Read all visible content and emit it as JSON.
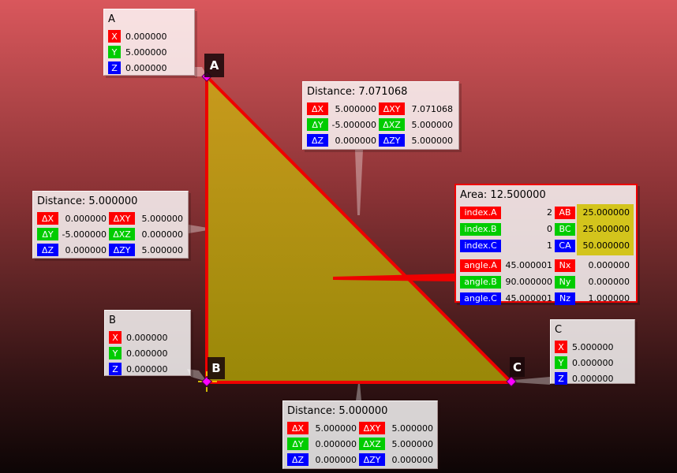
{
  "scene": {
    "vertices": {
      "a": "A",
      "b": "B",
      "c": "C"
    }
  },
  "colors": {
    "background_top": "#d9575c",
    "background_bottom": "#0d0505",
    "triangle_fill_top": "#c89a1d",
    "triangle_fill_bottom": "#998808",
    "edge": "#ee0000",
    "axis_x": "#ff0000",
    "axis_y": "#00cc00",
    "axis_z": "#0000ff",
    "highlight": "#d3c41c",
    "marker": "#ff00ff"
  },
  "panels": {
    "point_a": {
      "title": "A",
      "rows": [
        {
          "label": "X",
          "value": "0.000000"
        },
        {
          "label": "Y",
          "value": "5.000000"
        },
        {
          "label": "Z",
          "value": "0.000000"
        }
      ]
    },
    "point_b": {
      "title": "B",
      "rows": [
        {
          "label": "X",
          "value": "0.000000"
        },
        {
          "label": "Y",
          "value": "0.000000"
        },
        {
          "label": "Z",
          "value": "0.000000"
        }
      ]
    },
    "point_c": {
      "title": "C",
      "rows": [
        {
          "label": "X",
          "value": "5.000000"
        },
        {
          "label": "Y",
          "value": "0.000000"
        },
        {
          "label": "Z",
          "value": "0.000000"
        }
      ]
    },
    "distance_ac": {
      "title": "Distance: 7.071068",
      "rows": [
        {
          "l1": "ΔX",
          "v1": "5.000000",
          "l2": "ΔXY",
          "v2": "7.071068"
        },
        {
          "l1": "ΔY",
          "v1": "-5.000000",
          "l2": "ΔXZ",
          "v2": "5.000000"
        },
        {
          "l1": "ΔZ",
          "v1": "0.000000",
          "l2": "ΔZY",
          "v2": "5.000000"
        }
      ]
    },
    "distance_ab": {
      "title": "Distance: 5.000000",
      "rows": [
        {
          "l1": "ΔX",
          "v1": "0.000000",
          "l2": "ΔXY",
          "v2": "5.000000"
        },
        {
          "l1": "ΔY",
          "v1": "-5.000000",
          "l2": "ΔXZ",
          "v2": "0.000000"
        },
        {
          "l1": "ΔZ",
          "v1": "0.000000",
          "l2": "ΔZY",
          "v2": "5.000000"
        }
      ]
    },
    "distance_bc": {
      "title": "Distance: 5.000000",
      "rows": [
        {
          "l1": "ΔX",
          "v1": "5.000000",
          "l2": "ΔXY",
          "v2": "5.000000"
        },
        {
          "l1": "ΔY",
          "v1": "0.000000",
          "l2": "ΔXZ",
          "v2": "5.000000"
        },
        {
          "l1": "ΔZ",
          "v1": "0.000000",
          "l2": "ΔZY",
          "v2": "0.000000"
        }
      ]
    },
    "area": {
      "title": "Area: 12.500000",
      "index_rows": [
        {
          "l1": "index.A",
          "v1": "2",
          "l2": "AB",
          "v2": "25.000000"
        },
        {
          "l1": "index.B",
          "v1": "0",
          "l2": "BC",
          "v2": "25.000000"
        },
        {
          "l1": "index.C",
          "v1": "1",
          "l2": "CA",
          "v2": "50.000000"
        }
      ],
      "angle_rows": [
        {
          "l1": "angle.A",
          "v1": "45.000001",
          "l2": "Nx",
          "v2": "0.000000"
        },
        {
          "l1": "angle.B",
          "v1": "90.000000",
          "l2": "Ny",
          "v2": "0.000000"
        },
        {
          "l1": "angle.C",
          "v1": "45.000001",
          "l2": "Nz",
          "v2": "1.000000"
        }
      ]
    }
  }
}
